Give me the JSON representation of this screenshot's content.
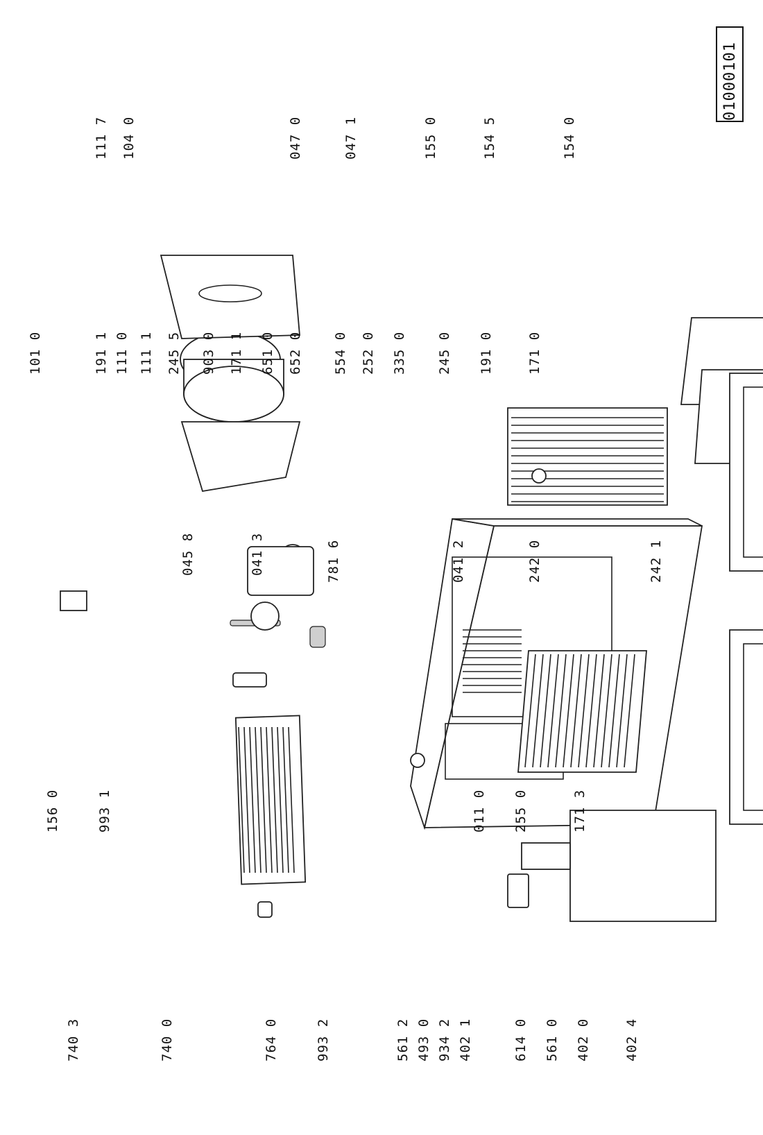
{
  "document_code": "01000101",
  "labels": [
    "740 3",
    "740 0",
    "764 0",
    "993 2",
    "561 2",
    "493 0",
    "934 2",
    "402 1",
    "614 0",
    "561 0",
    "402 0",
    "402 4",
    "156 0",
    "993 1",
    "011 0",
    "255 0",
    "171 3",
    "045 8",
    "041 3",
    "781 6",
    "041 2",
    "242 0",
    "242 1",
    "101 0",
    "191 1",
    "111 0",
    "111 1",
    "245 5",
    "903 0",
    "171 1",
    "651 0",
    "652 0",
    "554 0",
    "252 0",
    "335 0",
    "245 0",
    "191 0",
    "171 0",
    "111 7",
    "104 0",
    "047 0",
    "047 1",
    "155 0",
    "154 5",
    "154 0"
  ]
}
